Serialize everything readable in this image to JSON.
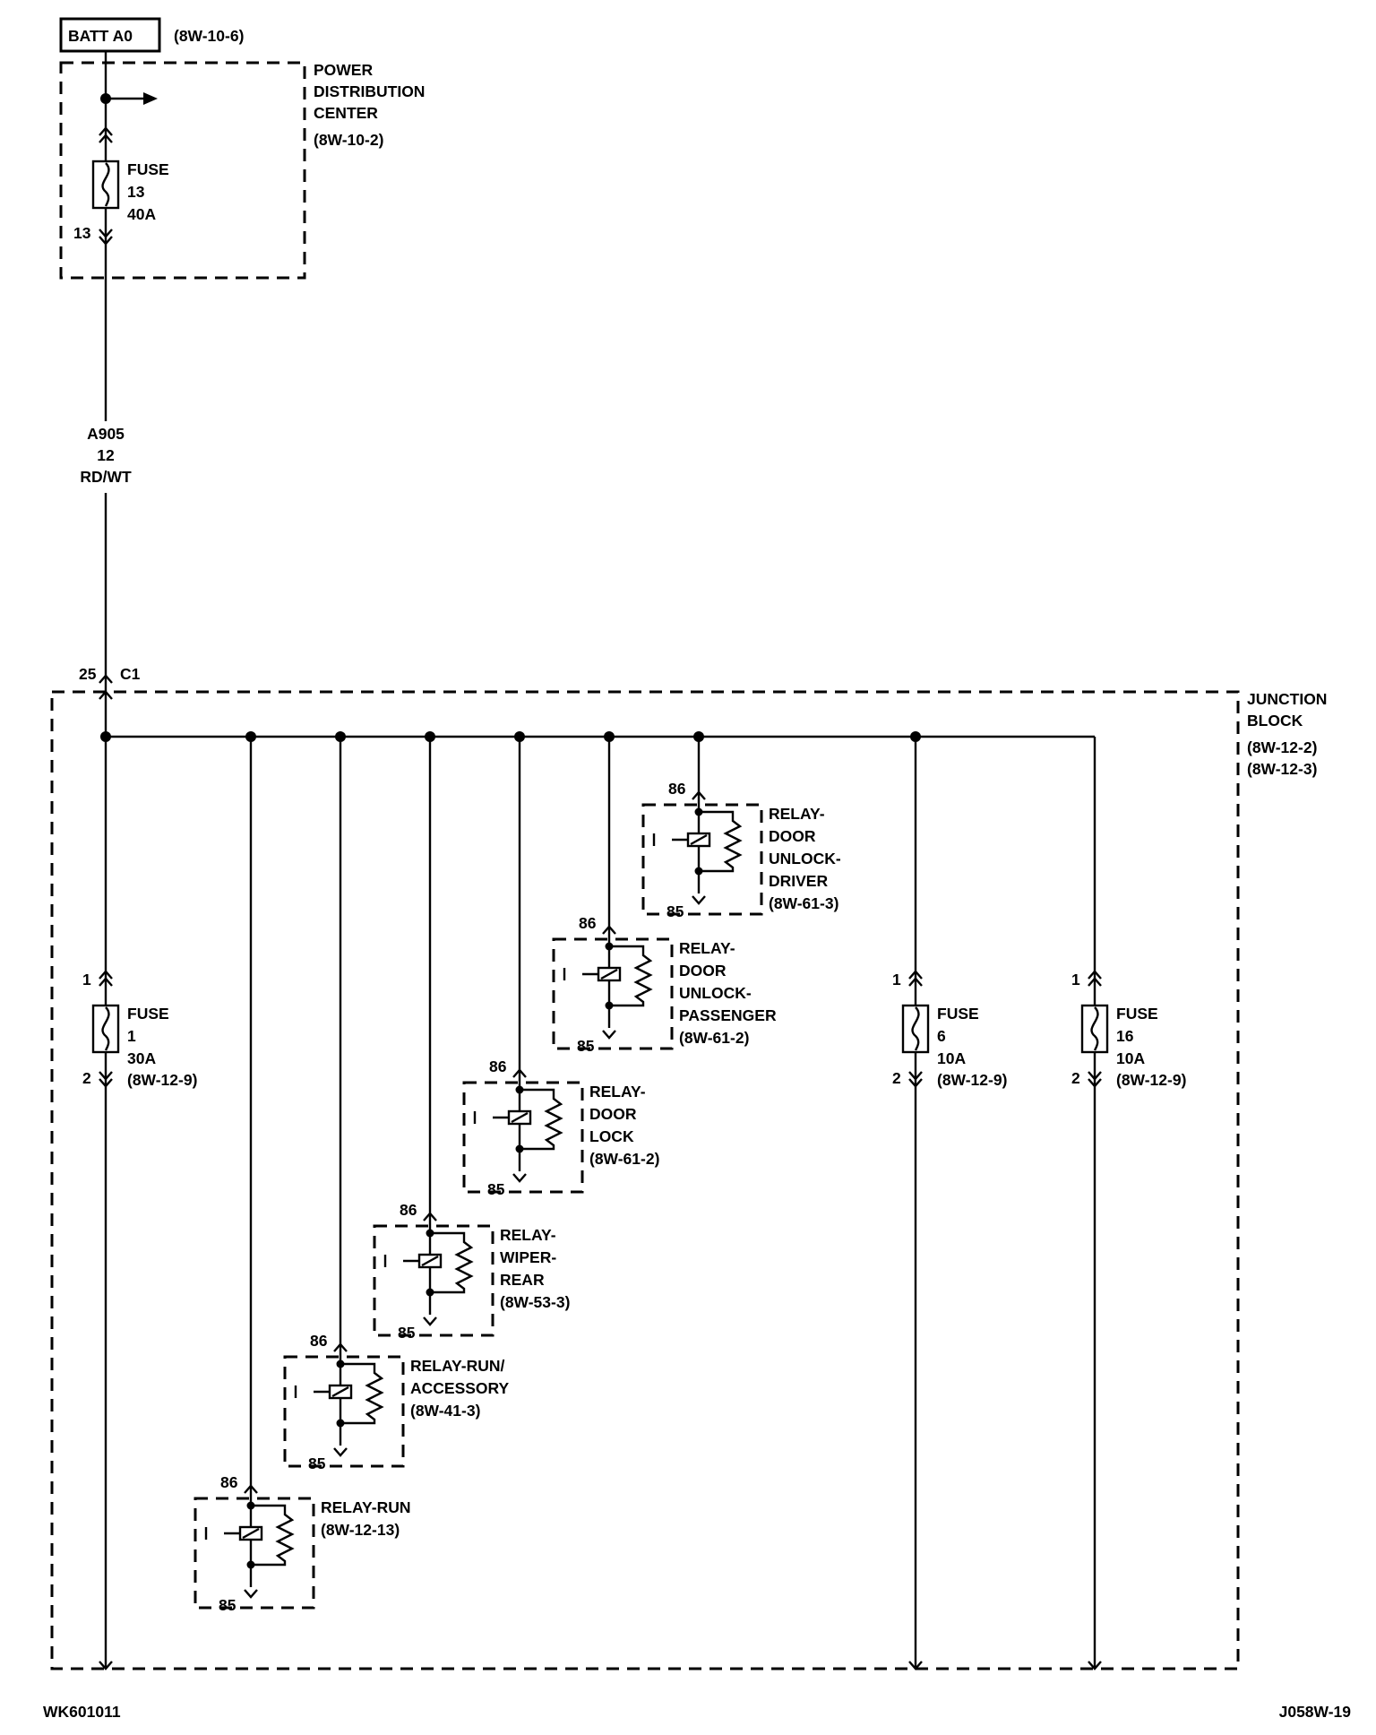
{
  "batt": {
    "label": "BATT A0",
    "ref": "(8W-10-6)"
  },
  "pdc": {
    "title": [
      "POWER",
      "DISTRIBUTION",
      "CENTER"
    ],
    "ref": "(8W-10-2)",
    "fuse": {
      "label": "FUSE",
      "number": "13",
      "rating": "40A",
      "pin": "13"
    }
  },
  "wire": {
    "code": "A905",
    "gauge": "12",
    "color": "RD/WT"
  },
  "connector": {
    "pin": "25",
    "name": "C1"
  },
  "junction_block": {
    "title": [
      "JUNCTION",
      "BLOCK"
    ],
    "refs": [
      "(8W-12-2)",
      "(8W-12-3)"
    ]
  },
  "fuses": [
    {
      "label": "FUSE",
      "number": "1",
      "rating": "30A",
      "ref": "(8W-12-9)",
      "pin_in": "1",
      "pin_out": "2"
    },
    {
      "label": "FUSE",
      "number": "6",
      "rating": "10A",
      "ref": "(8W-12-9)",
      "pin_in": "1",
      "pin_out": "2"
    },
    {
      "label": "FUSE",
      "number": "16",
      "rating": "10A",
      "ref": "(8W-12-9)",
      "pin_in": "1",
      "pin_out": "2"
    }
  ],
  "relays": [
    {
      "name": [
        "RELAY-RUN"
      ],
      "ref": "(8W-12-13)",
      "pin_top": "86",
      "pin_bottom": "85"
    },
    {
      "name": [
        "RELAY-RUN/",
        "ACCESSORY"
      ],
      "ref": "(8W-41-3)",
      "pin_top": "86",
      "pin_bottom": "85"
    },
    {
      "name": [
        "RELAY-",
        "WIPER-",
        "REAR"
      ],
      "ref": "(8W-53-3)",
      "pin_top": "86",
      "pin_bottom": "85"
    },
    {
      "name": [
        "RELAY-",
        "DOOR",
        "LOCK"
      ],
      "ref": "(8W-61-2)",
      "pin_top": "86",
      "pin_bottom": "85"
    },
    {
      "name": [
        "RELAY-",
        "DOOR",
        "UNLOCK-",
        "PASSENGER"
      ],
      "ref": "(8W-61-2)",
      "pin_top": "86",
      "pin_bottom": "85"
    },
    {
      "name": [
        "RELAY-",
        "DOOR",
        "UNLOCK-",
        "DRIVER"
      ],
      "ref": "(8W-61-3)",
      "pin_top": "86",
      "pin_bottom": "85"
    }
  ],
  "footer": {
    "left": "WK601011",
    "right": "J058W-19"
  }
}
